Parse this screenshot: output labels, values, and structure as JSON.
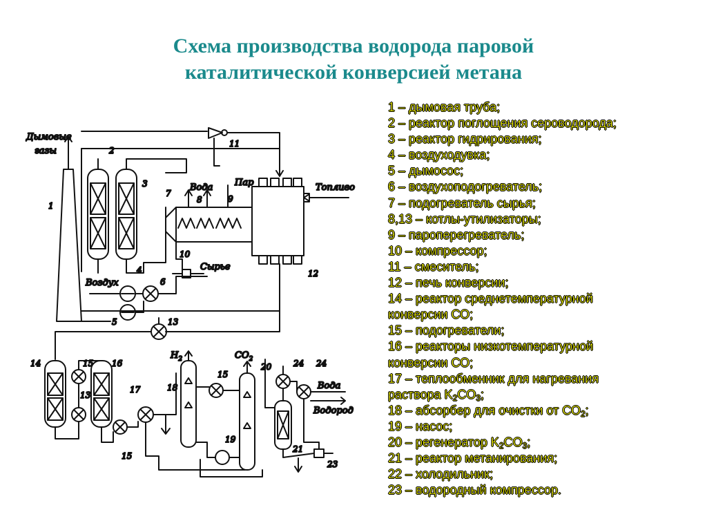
{
  "title": {
    "line1": "Схема производства водорода паровой",
    "line2": "каталитической конверсией метана"
  },
  "diagram": {
    "labels": {
      "flue_gas_1": "Дымовые",
      "flue_gas_2": "газы",
      "water_top": "Вода",
      "steam": "Пар",
      "fuel": "Топливо",
      "air": "Воздух",
      "feed": "Сырье",
      "h2": "H",
      "h2_sub": "2",
      "co2": "CO",
      "co2_sub": "2",
      "water_bottom": "Вода",
      "hydrogen": "Водород"
    },
    "numbers": [
      "1",
      "2",
      "3",
      "4",
      "5",
      "6",
      "7",
      "8",
      "9",
      "10",
      "11",
      "12",
      "13",
      "14",
      "15",
      "16",
      "13",
      "15",
      "17",
      "18",
      "15",
      "19",
      "20",
      "24",
      "24",
      "21",
      "23"
    ]
  },
  "legend": [
    {
      "text": "1 – дымовая труба;"
    },
    {
      "text": "2 – реактор поглощения сероводорода;"
    },
    {
      "text": "3 – реактор гидрирования;"
    },
    {
      "text": "4 – воздуходувка;"
    },
    {
      "text": "5 – дымосос;"
    },
    {
      "text": "6 – воздухоподогреватель;"
    },
    {
      "text": "7 – подогреватель сырья;"
    },
    {
      "text": "8,13 – котлы-утилизаторы;"
    },
    {
      "text": "9 – пароперегреватель;"
    },
    {
      "text": "10 – компрессор;"
    },
    {
      "text": "11 – смеситель;"
    },
    {
      "text": "12 – печь конверсии;"
    },
    {
      "text": "14 – реактор среднетемпературной"
    },
    {
      "text": "конверсии СО;"
    },
    {
      "text": "15 – подогреватели;"
    },
    {
      "text": "16 – реакторы низкотемпературной"
    },
    {
      "text": "конверсии СО;"
    },
    {
      "text": "17 – теплообменник для нагревания"
    },
    {
      "text": "раствора K",
      "sub": "2",
      "after": "CO",
      "sub2": "3",
      "after2": ";"
    },
    {
      "text": "18 – абсорбер для очистки от СО",
      "sub": "2",
      "after": ";"
    },
    {
      "text": "19 – насос;"
    },
    {
      "text": "20 – регенератор K",
      "sub": "2",
      "after": "CO",
      "sub2": "3",
      "after2": ";"
    },
    {
      "text": "21 – реактор метанирования;"
    },
    {
      "text": "22 – холодильник;"
    },
    {
      "text": "23 – водородный компрессор."
    }
  ]
}
